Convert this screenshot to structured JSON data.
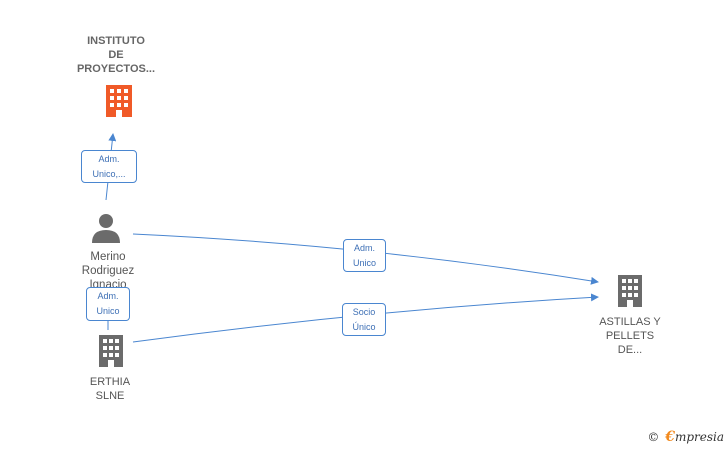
{
  "colors": {
    "accent_building": "#f05a28",
    "building": "#6b6b6b",
    "edge": "#4a86d0"
  },
  "nodes": {
    "instituto": {
      "label": "INSTITUTO\nDE\nPROYECTOS...",
      "icon": "building-icon"
    },
    "merino": {
      "label": "Merino\nRodriguez\nIgnacio",
      "icon": "person-icon"
    },
    "erthia": {
      "label": "ERTHIA\nSLNE",
      "icon": "building-icon"
    },
    "astillas": {
      "label": "ASTILLAS Y\nPELLETS\nDE...",
      "icon": "building-icon"
    }
  },
  "edges": {
    "merino_instituto": "Adm.\nUnico,...",
    "merino_astillas": "Adm.\nUnico",
    "erthia_merino": "Adm.\nUnico",
    "erthia_astillas": "Socio\nÚnico"
  },
  "brand": {
    "copyright": "©",
    "e": "€",
    "text": "mpresia"
  }
}
